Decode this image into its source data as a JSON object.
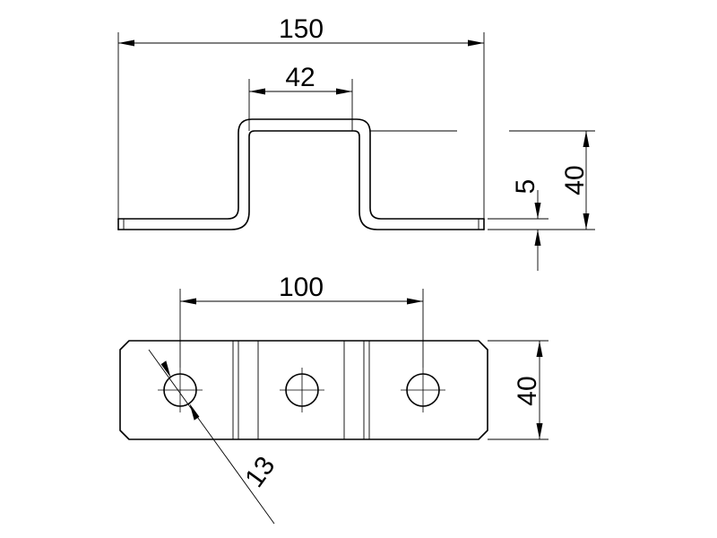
{
  "dimensions": {
    "overall_length": "150",
    "channel_width": "42",
    "material_thickness": "5",
    "height": "40",
    "hole_spacing": "100",
    "plate_width": "40",
    "hole_diameter": "13"
  }
}
